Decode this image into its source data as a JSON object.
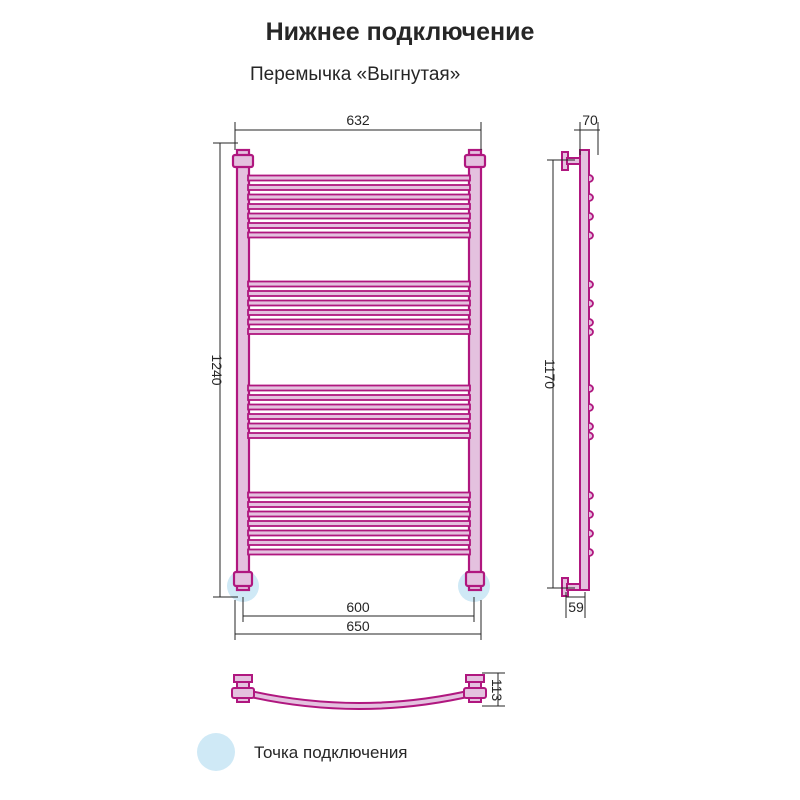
{
  "title": "Нижнее подключение",
  "subtitle": "Перемычка «Выгнутая»",
  "legend": {
    "label": "Точка подключения",
    "color": "#cfe9f6"
  },
  "colors": {
    "tube": "#b0177f",
    "tube_fill": "#e4c1df",
    "line": "#262626"
  },
  "dimensions": {
    "width_top": "632",
    "height_left": "1240",
    "axis_distance": "600",
    "width_total": "650",
    "side_depth_top": "70",
    "side_height": "1170",
    "side_depth_bottom": "59",
    "bend_depth": "113"
  },
  "rail": {
    "groups": [
      7,
      6,
      6,
      7
    ]
  }
}
